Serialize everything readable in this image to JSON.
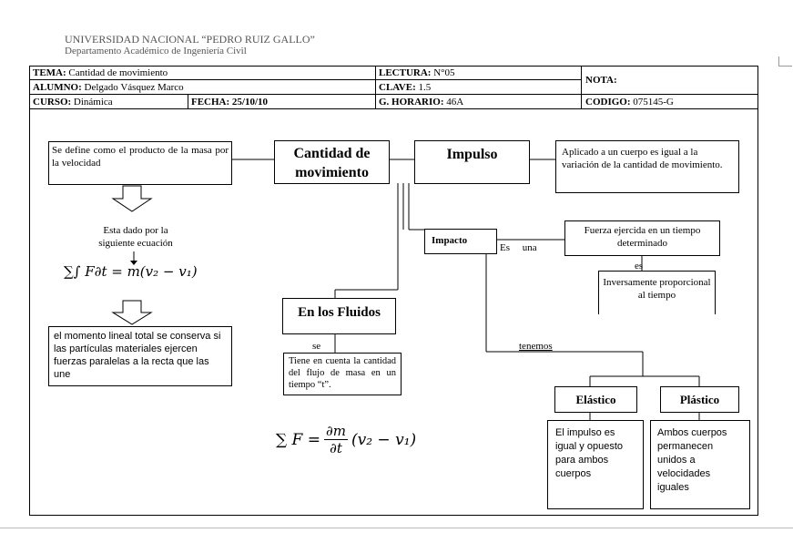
{
  "header": {
    "university": "UNIVERSIDAD NACIONAL “PEDRO RUIZ GALLO”",
    "department": "Departamento Académico de Ingeniería Civil"
  },
  "table": {
    "tema_label": "TEMA:",
    "tema_value": "Cantidad de movimiento",
    "lectura_label": "LECTURA:",
    "lectura_value": "N°05",
    "nota_label": "NOTA:",
    "alumno_label": "ALUMNO:",
    "alumno_value": "Delgado Vásquez Marco",
    "clave_label": "CLAVE:",
    "clave_value": "1.5",
    "curso_label": "CURSO:",
    "curso_value": "Dinámica",
    "fecha_label": "FECHA: 25/10/10",
    "horario_label": "G. HORARIO:",
    "horario_value": "46A",
    "codigo_label": "CODIGO:",
    "codigo_value": "075145-G"
  },
  "map": {
    "definition": "Se define como el producto de la masa por la velocidad",
    "main_node": "Cantidad de movimiento",
    "impulso": "Impulso",
    "impulso_desc": "Aplicado a un cuerpo es igual a la variación de la cantidad de movimiento.",
    "esta_dado": "Esta dado por la siguiente ecuación",
    "formula_1": "∑∫ F∂t = m(v₂ − v₁)",
    "impacto": "Impacto",
    "es_una": "Es     una",
    "fuerza_ejercida": "Fuerza ejercida en un tiempo determinado",
    "es": "es",
    "inversamente": "Inversamente proporcional al tiempo",
    "conserva": "el momento lineal total se conserva si las partículas materiales ejercen fuerzas paralelas a la recta que las une",
    "fluidos": "En los Fluidos",
    "se": "se",
    "tiene_en_cuenta": "Tiene en cuenta la cantidad del flujo de masa en un tiempo “t”.",
    "tenemos": "tenemos",
    "elastico": "Elástico",
    "plastico": "Plástico",
    "elastico_desc": "El impulso es igual y opuesto para ambos cuerpos",
    "plastico_desc": "Ambos cuerpos permanecen unidos a velocidades iguales",
    "formula_2_lhs": "∑ F =",
    "formula_2_num": "∂m",
    "formula_2_den": "∂t",
    "formula_2_rhs": "(v₂ − v₁)"
  }
}
